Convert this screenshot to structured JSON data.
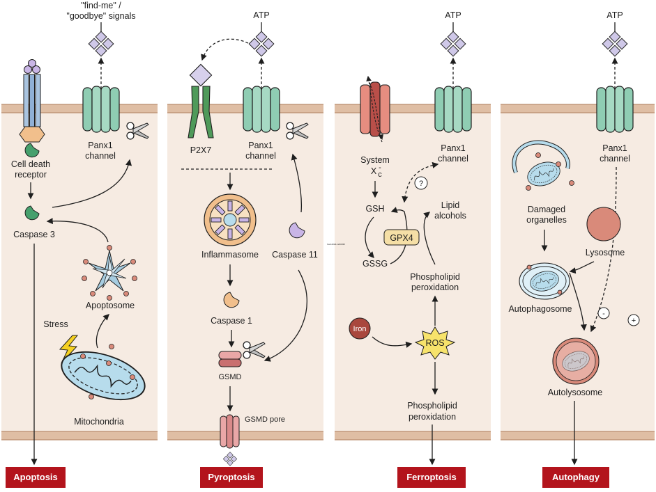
{
  "colors": {
    "cell_fill": "#f6ebe2",
    "membrane": "#dfbea4",
    "membrane_edge": "#b98d6d",
    "banner": "#b3141c",
    "panx1": "#8fcdb3",
    "atp_diamond": "#cfc8e8",
    "caspase3": "#46a06d",
    "caspase1": "#f1bf8c",
    "caspase11": "#c9b5e6",
    "mito": "#b7dcec",
    "lysosome": "#d98a7a",
    "ros": "#f7e36b",
    "gpx4": "#f5dfa6",
    "systemxc": "#e68d80"
  },
  "icons": [
    "scissors-icon",
    "lightning-bolt-icon",
    "atp-diamond-icon",
    "question-mark-icon"
  ],
  "panels": [
    {
      "id": "apoptosis",
      "banner": "Apoptosis",
      "signal_label": [
        "\"find-me\" /",
        "\"goodbye\" signals"
      ],
      "channel_label": [
        "Panx1",
        "channel"
      ],
      "labels": {
        "receptor": [
          "Cell death",
          "receptor"
        ],
        "caspase": "Caspase 3",
        "apoptosome": "Apoptosome",
        "stress": "Stress",
        "mitochondria": "Mitochondria"
      }
    },
    {
      "id": "pyroptosis",
      "banner": "Pyroptosis",
      "signal_label": [
        "ATP"
      ],
      "channel_label": [
        "Panx1",
        "channel"
      ],
      "labels": {
        "receptor": "P2X7",
        "inflammasome": "Inflammasome",
        "caspase11": "Caspase 11",
        "caspase1": "Caspase 1",
        "gsmd": "GSMD",
        "gsmd_pore": "GSMD pore",
        "tiny_text": "fcell-2023-1220935"
      }
    },
    {
      "id": "ferroptosis",
      "banner": "Ferroptosis",
      "signal_label": [
        "ATP"
      ],
      "channel_label": [
        "Panx1",
        "channel"
      ],
      "labels": {
        "system": "System",
        "xc_main": "X",
        "xc_sub": "c",
        "xc_sup": "-",
        "question": "?",
        "gsh": "GSH",
        "gssg": "GSSG",
        "gpx4": "GPX4",
        "lipid": [
          "Lipid",
          "alcohols"
        ],
        "phospho_top": [
          "Phospholipid",
          "peroxidation"
        ],
        "iron": "Iron",
        "ros": "ROS",
        "phospho_bottom": [
          "Phospholipid",
          "peroxidation"
        ]
      }
    },
    {
      "id": "autophagy",
      "banner": "Autophagy",
      "signal_label": [
        "ATP"
      ],
      "channel_label": [
        "Panx1",
        "channel"
      ],
      "labels": {
        "damaged": [
          "Damaged",
          "organelles"
        ],
        "lysosome": "Lysosome",
        "autophagosome": "Autophagosome",
        "minus": "-",
        "plus": "+",
        "autolysosome": "Autolysosome"
      }
    }
  ]
}
